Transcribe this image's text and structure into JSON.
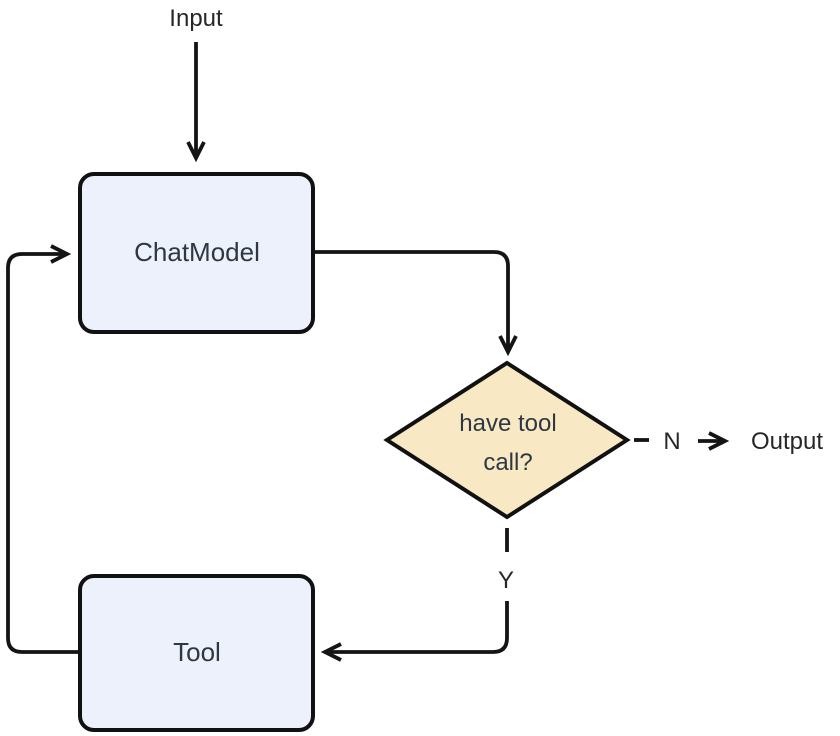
{
  "diagram": {
    "kind": "flowchart",
    "nodes": {
      "input": {
        "label": "Input",
        "shape": "plain-text"
      },
      "chat_model": {
        "label": "ChatModel",
        "shape": "rounded-rectangle"
      },
      "decision": {
        "label": "have tool call?",
        "label_line1": "have tool",
        "label_line2": "call?",
        "shape": "diamond"
      },
      "tool": {
        "label": "Tool",
        "shape": "rounded-rectangle"
      },
      "output": {
        "label": "Output",
        "shape": "plain-text"
      }
    },
    "edge_labels": {
      "no": "N",
      "yes": "Y"
    },
    "edges": [
      {
        "from": "input",
        "to": "chat_model",
        "style": "solid",
        "label": ""
      },
      {
        "from": "chat_model",
        "to": "decision",
        "style": "solid",
        "label": ""
      },
      {
        "from": "decision",
        "to": "output",
        "style": "dashed",
        "label": "N"
      },
      {
        "from": "decision",
        "to": "tool",
        "style": "dashed",
        "label": "Y"
      },
      {
        "from": "tool",
        "to": "chat_model",
        "style": "solid",
        "label": ""
      }
    ]
  },
  "colors": {
    "background": "#ffffff",
    "node_fill": "#edf1fb",
    "node_stroke": "#111111",
    "decision_fill": "#f8e9c4",
    "edge": "#141414",
    "node_text": "#2e3842",
    "label_text": "#272727"
  }
}
